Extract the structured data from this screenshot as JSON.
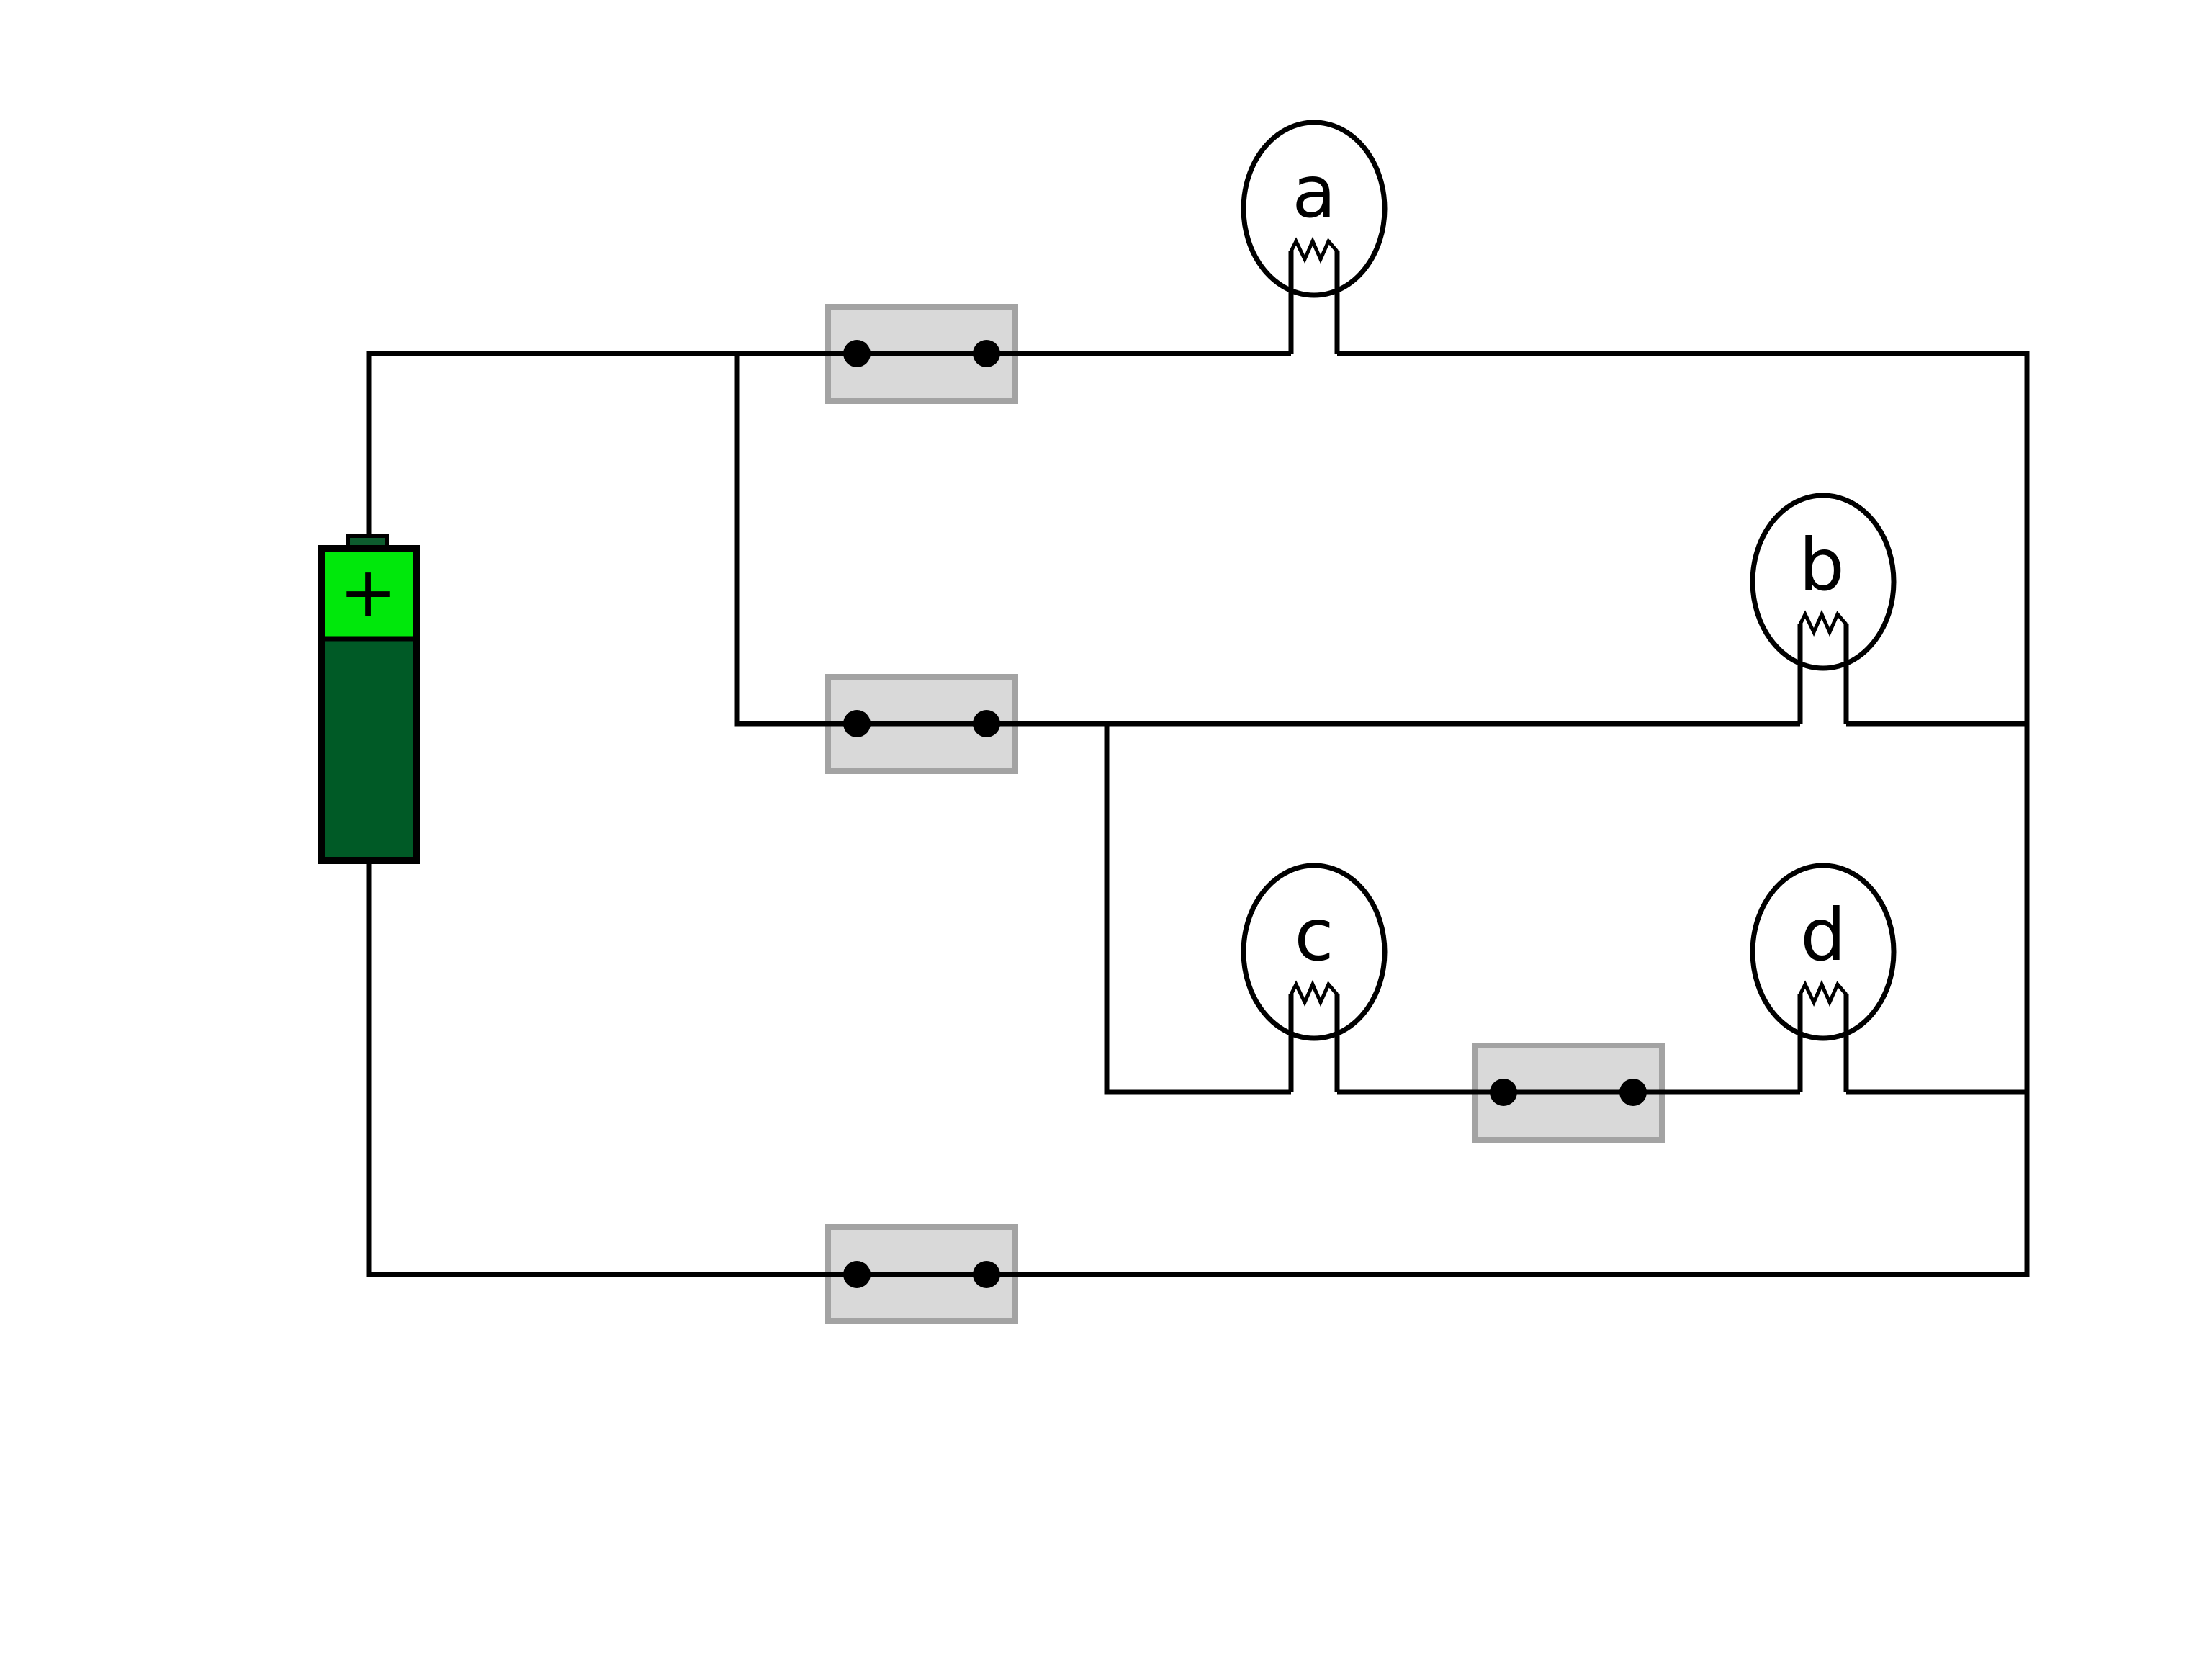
{
  "diagram": {
    "battery": {
      "polarity_label": "+",
      "positive_color": "#00e80b",
      "negative_color": "#005a26",
      "cap_color": "#0d5c2e"
    },
    "bulbs": [
      {
        "id": "a",
        "label": "a"
      },
      {
        "id": "b",
        "label": "b"
      },
      {
        "id": "c",
        "label": "c"
      },
      {
        "id": "d",
        "label": "d"
      }
    ],
    "switches": [
      {
        "name": "switch-1",
        "state": "closed"
      },
      {
        "name": "switch-2",
        "state": "closed"
      },
      {
        "name": "switch-3",
        "state": "closed"
      },
      {
        "name": "switch-4",
        "state": "closed"
      }
    ],
    "colors": {
      "wire": "#000000",
      "switch_fill": "#d9d9d9",
      "switch_border": "#a3a3a3",
      "terminal_dot": "#000000"
    }
  }
}
